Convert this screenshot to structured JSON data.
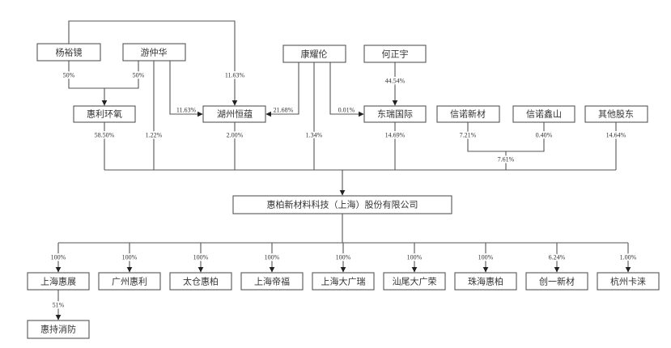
{
  "shareholders": {
    "yang_yujing": "杨裕镜",
    "you_zhonghua": "游仲华",
    "kang_yaolun": "康耀伦",
    "he_zhengyu": "何正宇",
    "huili_epoxy": "惠利环氧",
    "huzhou_hengyun": "湖州恒蕴",
    "dongrui_intl": "东瑞国际",
    "xinnuo_xincai": "信诺新材",
    "xinnuo_xinshan": "信诺鑫山",
    "other_shareholders": "其他股东"
  },
  "holdings": {
    "yang_to_huili": "50%",
    "you_to_huili": "50%",
    "yang_to_huzhou": "11.63%",
    "you_to_huzhou": "11.63%",
    "kang_to_huzhou": "21.68%",
    "kang_to_dongrui": "0.01%",
    "he_to_dongrui": "44.54%",
    "huili_to_company": "58.50%",
    "you_to_company": "1.22%",
    "huzhou_to_company": "2.00%",
    "kang_to_company": "1.34%",
    "dongrui_to_company": "14.69%",
    "xincai_share": "7.21%",
    "xinshan_share": "0.40%",
    "xinnuo_combined_to_company": "7.61%",
    "others_to_company": "14.64%"
  },
  "company": "惠柏新材料科技（上海）股份有限公司",
  "subsidiaries": [
    {
      "name": "上海惠展",
      "share": "100%"
    },
    {
      "name": "广州惠利",
      "share": "100%"
    },
    {
      "name": "太仓惠柏",
      "share": "100%"
    },
    {
      "name": "上海帝福",
      "share": "100%"
    },
    {
      "name": "上海大广瑞",
      "share": "100%"
    },
    {
      "name": "汕尾大广荣",
      "share": "100%"
    },
    {
      "name": "珠海惠柏",
      "share": "100%"
    },
    {
      "name": "创一新材",
      "share": "6.24%"
    },
    {
      "name": "杭州卡涞",
      "share": "1.00%"
    }
  ],
  "second_level": {
    "name": "惠持消防",
    "parent": "上海惠展",
    "share": "51%"
  }
}
